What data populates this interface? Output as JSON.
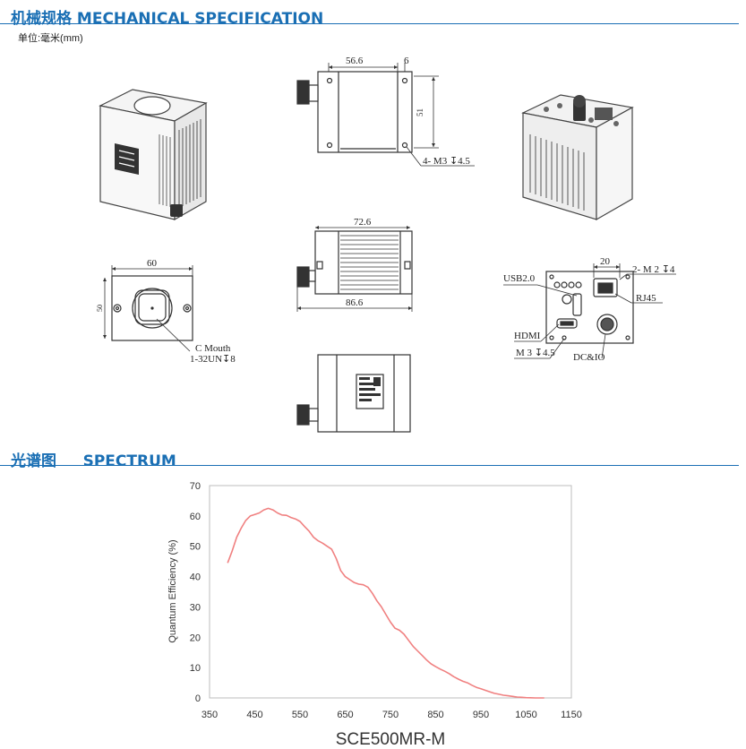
{
  "mechanical": {
    "title": "机械规格 MECHANICAL SPECIFICATION",
    "unit_note": "单位:毫米(mm)"
  },
  "drawings": {
    "side_view": {
      "width": "56.6",
      "offset": "6",
      "height": "51",
      "holes": "4- M3 ↧4.5"
    },
    "top_view": {
      "inner_width": "72.6",
      "outer_width": "86.6"
    },
    "front_view": {
      "width": "60",
      "height": "50",
      "mount_line1": "C Mouth",
      "mount_line2": "1-32UN↧8"
    },
    "back_view": {
      "dim": "20",
      "screws": "2- M 2 ↧4",
      "usb": "USB2.0",
      "rj45": "RJ45",
      "hdmi": "HDMI",
      "m3": "M 3 ↧4.5",
      "dcio": "DC&IO"
    }
  },
  "spectrum": {
    "title": "光谱图     SPECTRUM"
  },
  "colors": {
    "accent": "#1a6fb4",
    "curve": "#f08080",
    "drawing": "#333333"
  },
  "chart_data": {
    "type": "line",
    "title": "SCE500MR-M",
    "xlabel": "",
    "ylabel": "Quantum Efficiency (%)",
    "xlim": [
      350,
      1150
    ],
    "ylim": [
      0,
      70
    ],
    "xticks": [
      350,
      450,
      550,
      650,
      750,
      850,
      950,
      1050,
      1150
    ],
    "yticks": [
      0,
      10,
      20,
      30,
      40,
      50,
      60,
      70
    ],
    "grid": false,
    "series": [
      {
        "x": [
          390,
          400,
          410,
          420,
          430,
          440,
          450,
          460,
          470,
          480,
          490,
          500,
          510,
          520,
          530,
          540,
          550,
          560,
          570,
          580,
          590,
          600,
          610,
          620,
          630,
          640,
          650,
          660,
          670,
          680,
          690,
          700,
          710,
          720,
          730,
          740,
          750,
          760,
          770,
          780,
          790,
          800,
          810,
          820,
          830,
          840,
          850,
          860,
          870,
          880,
          890,
          900,
          910,
          920,
          930,
          940,
          950,
          960,
          970,
          980,
          990,
          1000,
          1010,
          1020,
          1030,
          1040,
          1050,
          1060,
          1070,
          1080,
          1090
        ],
        "y": [
          44.5,
          48.5,
          53,
          56,
          58.5,
          60,
          60.5,
          61,
          62,
          62.5,
          62,
          61,
          60.3,
          60.2,
          59.5,
          59,
          58.2,
          56.5,
          55,
          53,
          51.8,
          51,
          50,
          49,
          46,
          42,
          40,
          39,
          38,
          37.5,
          37.3,
          36.5,
          34.5,
          32,
          30,
          27.5,
          25,
          23,
          22.3,
          21,
          19,
          17,
          15.5,
          14,
          12.5,
          11.2,
          10.3,
          9.5,
          8.8,
          8,
          7,
          6.2,
          5.5,
          5,
          4.2,
          3.5,
          3,
          2.5,
          2,
          1.5,
          1.2,
          0.9,
          0.7,
          0.5,
          0.3,
          0.2,
          0.1,
          0.05,
          0,
          0,
          0
        ]
      }
    ]
  }
}
